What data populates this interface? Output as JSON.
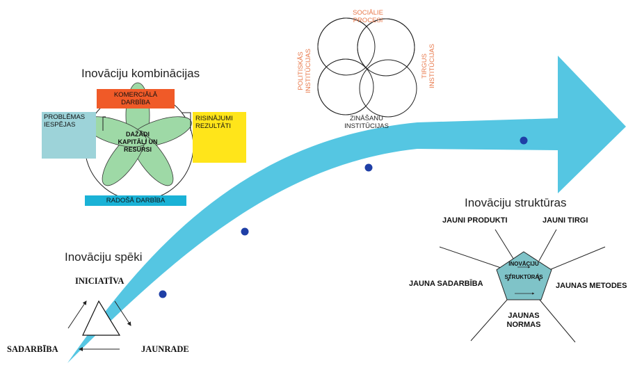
{
  "colors": {
    "arrow": "#55c6e2",
    "dot": "#1f3fa6",
    "petal": "#9ed9a6",
    "commercial": "#f05a28",
    "problems": "#9dd3d9",
    "solutions": "#ffe51a",
    "creative": "#1ab2d6",
    "pentagon": "#7fc3c8",
    "orange_text": "#e8784a"
  },
  "combinations": {
    "title": "Inovāciju kombinācijas",
    "commercial": [
      "KOMERCIĀLĀ",
      "DARBĪBA"
    ],
    "problems": [
      "PROBLĒMAS",
      "IESPĒJAS"
    ],
    "solutions": [
      "RISINĀJUMI",
      "REZULTĀTI"
    ],
    "center": [
      "DAŽĀDI",
      "KAPITĀLI UN",
      "RESURSI"
    ],
    "creative": "RADOŠĀ DARBĪBA"
  },
  "institutions": {
    "social": [
      "SOCIĀLIE",
      "PROCESI"
    ],
    "political": [
      "POLITISKĀS",
      "INSTITŪCIJAS"
    ],
    "market": [
      "TIRGUS",
      "INSTITŪCIJAS"
    ],
    "knowledge": [
      "ZINĀŠANU",
      "INSTITŪCIJAS"
    ]
  },
  "forces": {
    "title": "Inovāciju spēki",
    "initiative": "INICIATĪVA",
    "cooperation": "SADARBĪBA",
    "novelty": "JAUNRADE"
  },
  "structures": {
    "title": "Inovāciju struktūras",
    "center": [
      "INOVĀCIJU",
      "STRUKTŪRAS"
    ],
    "new_products": "JAUNI PRODUKTI",
    "new_markets": "JAUNI TIRGI",
    "new_cooperation": "JAUNA SADARBĪBA",
    "new_methods": "JAUNAS METODES",
    "new_norms": [
      "JAUNAS",
      "NORMAS"
    ]
  }
}
